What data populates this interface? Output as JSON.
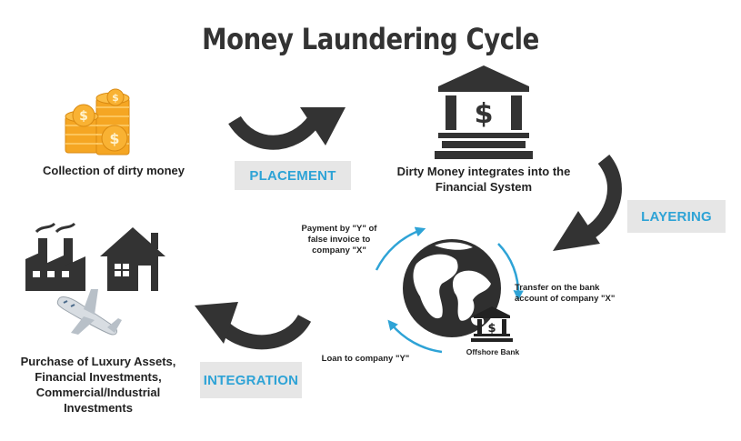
{
  "title": "Money Laundering Cycle",
  "steps": {
    "collection": "Collection of dirty money",
    "integrates_line1": "Dirty Money integrates into the",
    "integrates_line2": "Financial System",
    "purchase_line1": "Purchase of Luxury Assets,",
    "purchase_line2": "Financial Investments,",
    "purchase_line3": "Commercial/Industrial",
    "purchase_line4": "Investments"
  },
  "stages": {
    "placement": "PLACEMENT",
    "layering": "LAYERING",
    "integration": "INTEGRATION"
  },
  "layering_detail": {
    "payment_line1": "Payment by \"Y\" of",
    "payment_line2": "false invoice to",
    "payment_line3": "company \"X\"",
    "transfer_line1": "Transfer on the bank",
    "transfer_line2": "account of company \"X\"",
    "loan": "Loan to company \"Y\"",
    "offshore_bank": "Offshore Bank"
  },
  "icons": {
    "coins": "coin-stack-icon",
    "bank": "bank-building-icon",
    "globe": "globe-icon",
    "offshore_bank": "small-bank-icon",
    "factory": "factory-icon",
    "house": "house-icon",
    "airplane": "airplane-icon"
  },
  "colors": {
    "stage_text": "#2ea3d6",
    "stage_background": "#e6e6e6",
    "dark_arrow": "#333333",
    "cycle_arrow": "#2ea3d6",
    "coin": "#f5a623"
  }
}
